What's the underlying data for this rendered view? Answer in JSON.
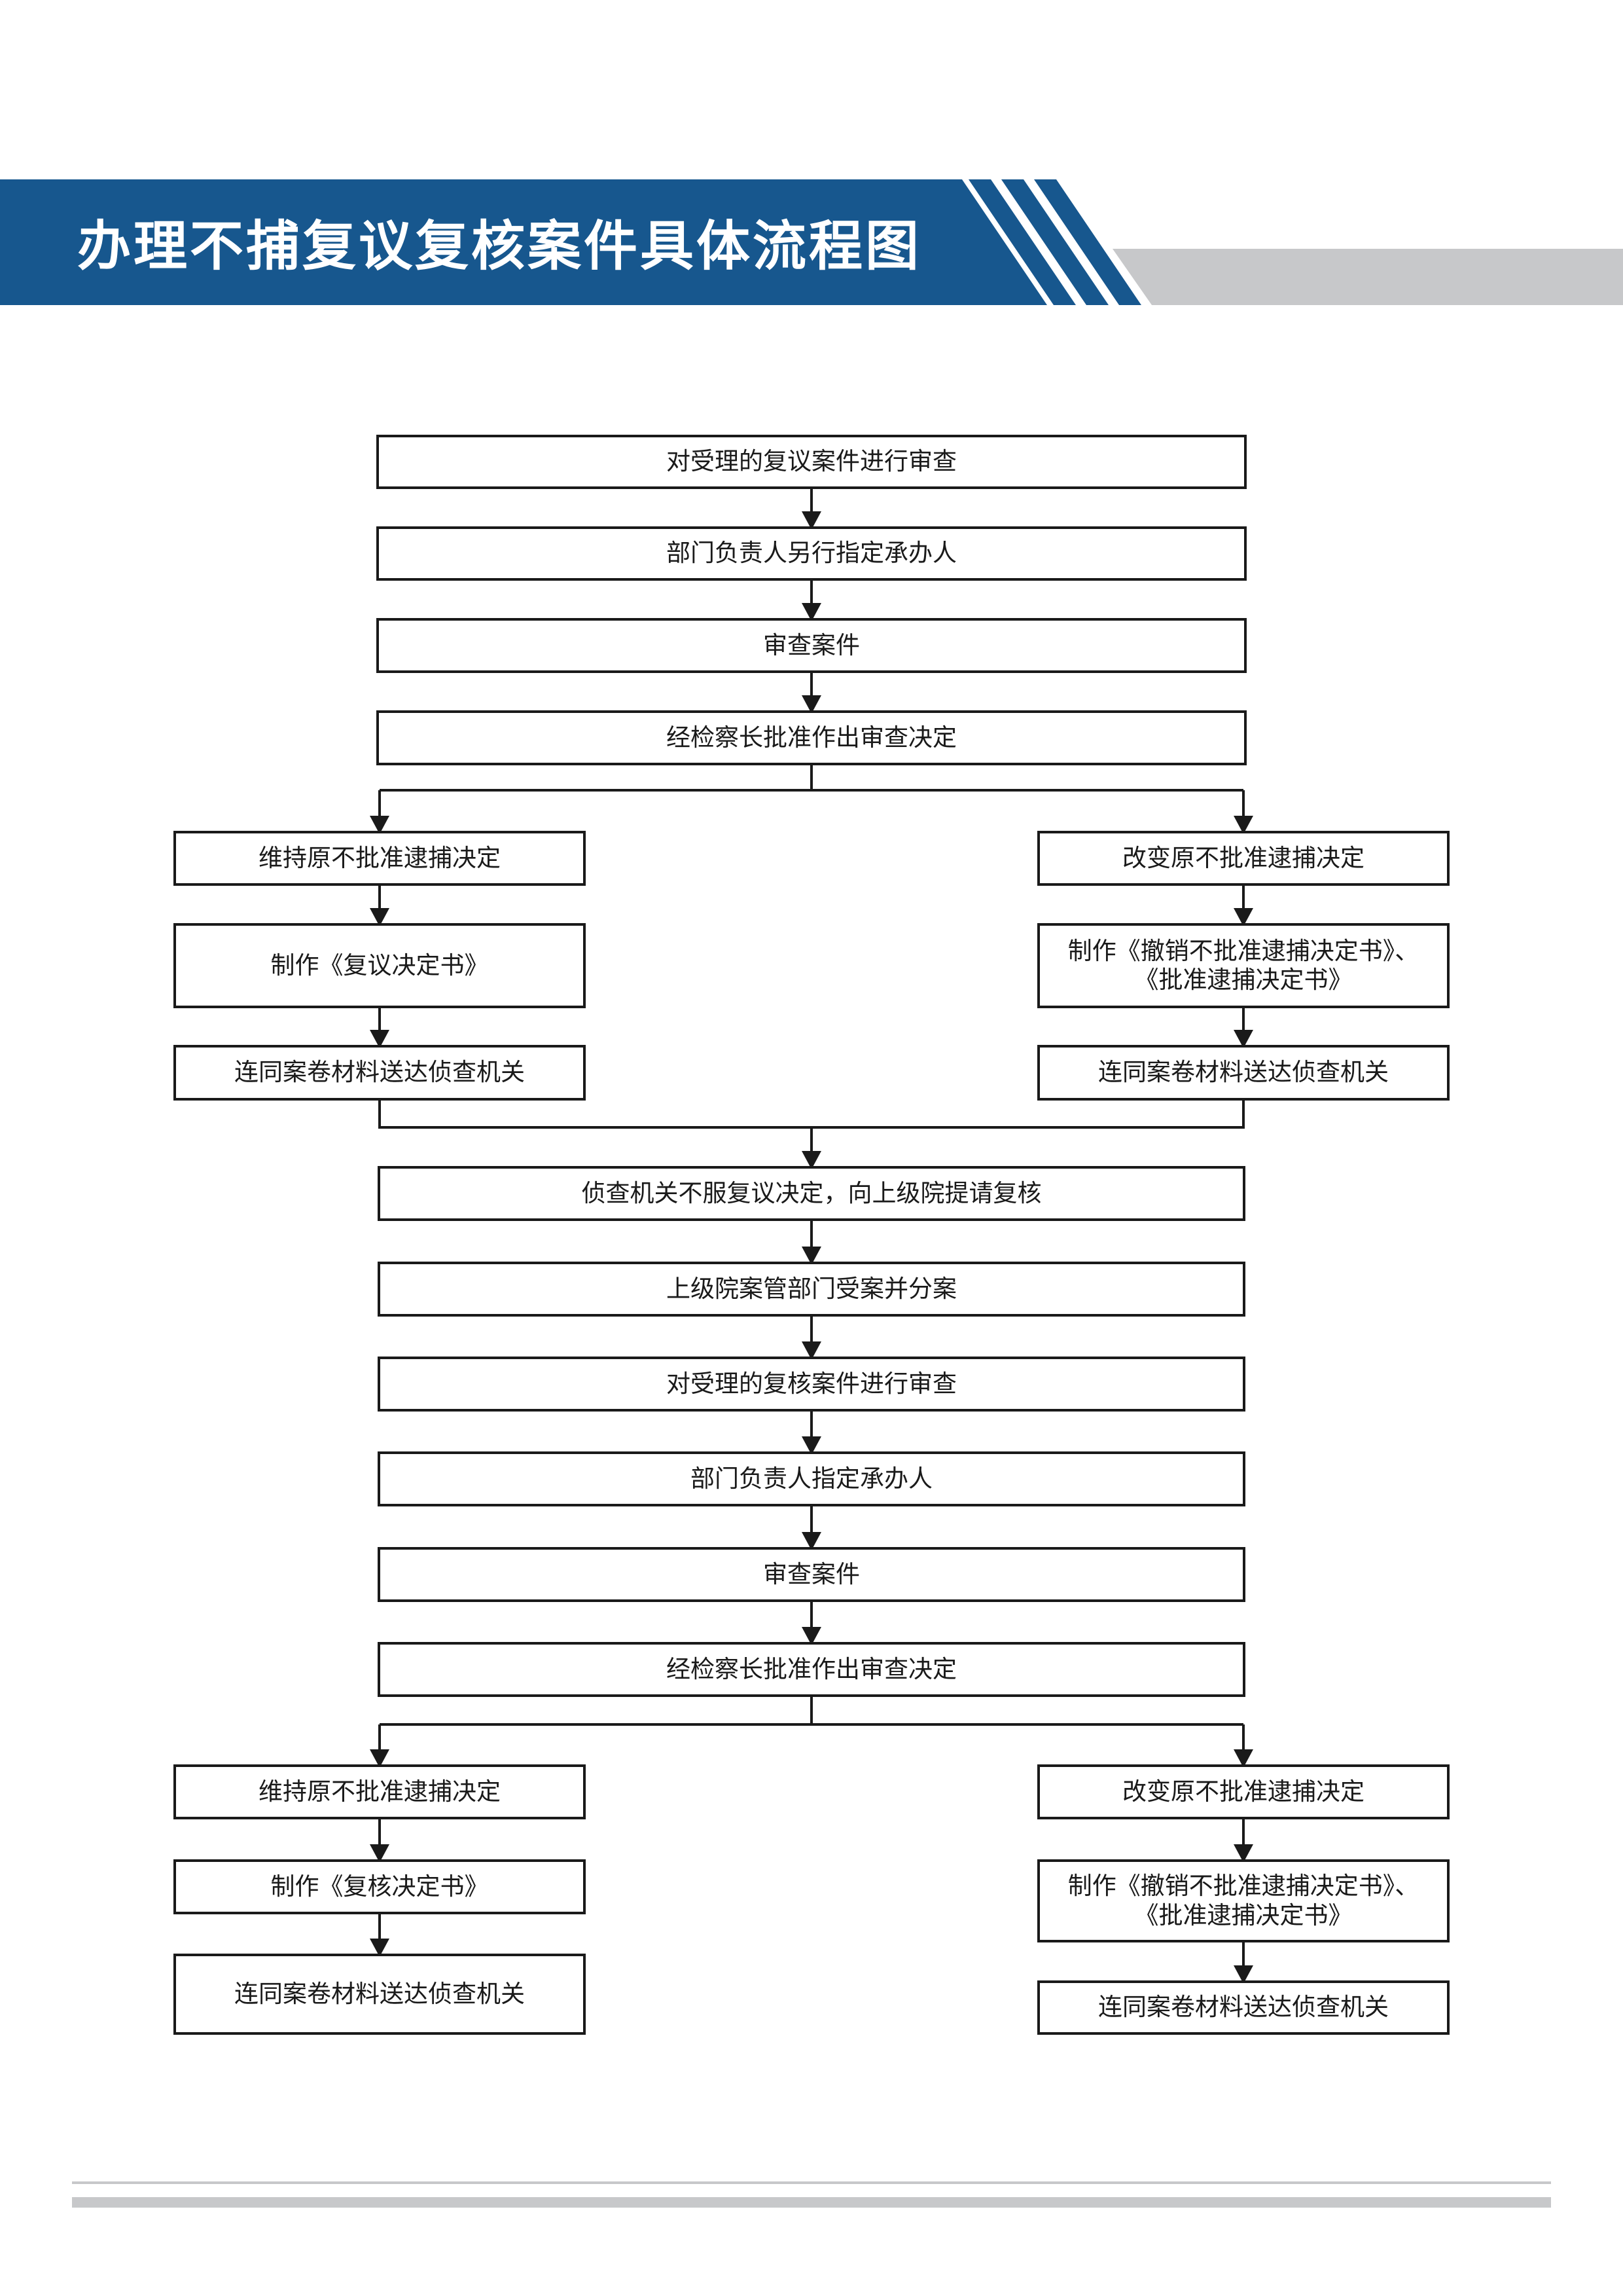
{
  "header": {
    "title": "办理不捕复议复核案件具体流程图",
    "band_color": "#17578e",
    "accent_color": "#c7c8ca"
  },
  "flow": {
    "stage1": {
      "review": "对受理的复议案件进行审查",
      "assign": "部门负责人另行指定承办人",
      "examine": "审查案件",
      "decide": "经检察长批准作出审查决定",
      "left": {
        "maintain": "维持原不批准逮捕决定",
        "document": "制作《复议决定书》",
        "send": "连同案卷材料送达侦查机关"
      },
      "right": {
        "change": "改变原不批准逮捕决定",
        "document_line1": "制作《撤销不批准逮捕决定书》、",
        "document_line2": "《批准逮捕决定书》",
        "send": "连同案卷材料送达侦查机关"
      }
    },
    "stage2": {
      "appeal": "侦查机关不服复议决定，向上级院提请复核",
      "accept": "上级院案管部门受案并分案",
      "review": "对受理的复核案件进行审查",
      "assign": "部门负责人指定承办人",
      "examine": "审查案件",
      "decide": "经检察长批准作出审查决定",
      "left": {
        "maintain": "维持原不批准逮捕决定",
        "document": "制作《复核决定书》",
        "send": "连同案卷材料送达侦查机关"
      },
      "right": {
        "change": "改变原不批准逮捕决定",
        "document_line1": "制作《撤销不批准逮捕决定书》、",
        "document_line2": "《批准逮捕决定书》",
        "send": "连同案卷材料送达侦查机关"
      }
    }
  }
}
